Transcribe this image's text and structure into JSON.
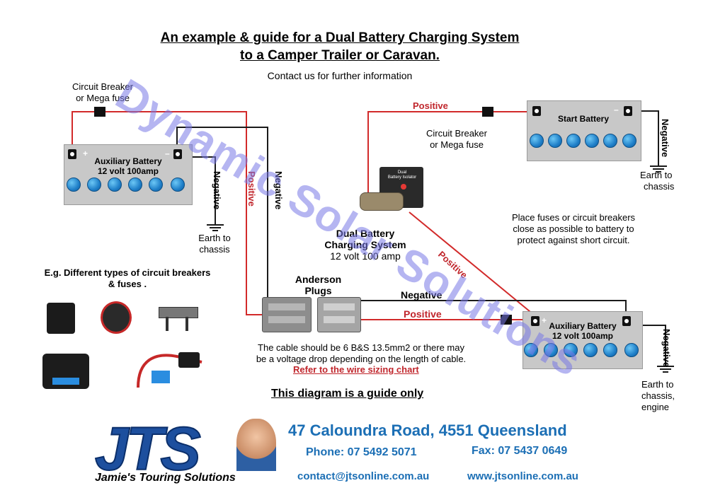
{
  "title_line1": "An example & guide for a Dual Battery Charging System",
  "title_line2": "to a Camper Trailer or Caravan.",
  "contact_note": "Contact us for further information",
  "breaker_left": [
    "Circuit Breaker",
    "or Mega fuse"
  ],
  "breaker_right": [
    "Circuit Breaker",
    "or Mega fuse"
  ],
  "aux_battery_left": [
    "Auxiliary Battery",
    "12 volt 100amp"
  ],
  "start_battery": "Start Battery",
  "aux_battery_right": [
    "Auxiliary Battery",
    "12 volt 100amp"
  ],
  "plus": "+",
  "minus": "–",
  "negative": "Negative",
  "positive": "Positive",
  "earth_left": [
    "Earth to",
    "chassis"
  ],
  "earth_top_right": [
    "Earth to",
    "chassis"
  ],
  "earth_bottom_right": [
    "Earth to",
    "chassis,",
    "engine"
  ],
  "dcs_label": [
    "Dual Battery",
    "Charging System",
    "12 volt 100 amp"
  ],
  "dcs_device_text": [
    "Dual",
    "Battery Isolator"
  ],
  "anderson": [
    "Anderson",
    "Plugs"
  ],
  "fuses_note": [
    "Place fuses or circuit breakers",
    "close as possible to battery to",
    "protect against short circuit."
  ],
  "examples_title": [
    "E.g. Different types of circuit breakers",
    "& fuses ."
  ],
  "cable_note": [
    "The cable should be 6 B&S 13.5mm2 or there may",
    "be a voltage drop depending on the length of cable."
  ],
  "wire_chart_link": "Refer to the wire sizing chart",
  "guide_only": "This diagram is a guide only",
  "watermark": "Dynamic Solar Solutions",
  "footer": {
    "address": "47 Caloundra Road, 4551 Queensland",
    "phone": "Phone: 07 5492 5071",
    "fax": "Fax: 07 5437 0649",
    "email": "contact@jtsonline.com.au",
    "web": "www.jtsonline.com.au",
    "logo": "JTS",
    "logo_sub": "Jamie's Touring Solutions"
  },
  "colors": {
    "positive_wire": "#d22a2a",
    "negative_wire": "#1a1a1a",
    "brand_blue": "#1c6fb5"
  }
}
